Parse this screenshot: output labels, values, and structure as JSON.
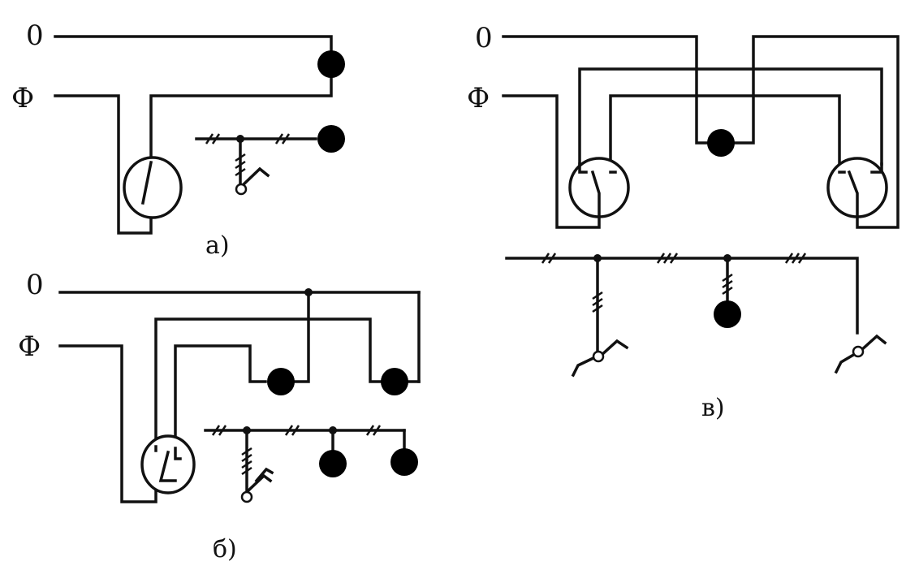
{
  "labels": {
    "neutral": "0",
    "phase": "Ф",
    "caption_a": "а)",
    "caption_b": "б)",
    "caption_v": "в)"
  },
  "colors": {
    "ink": "#111111",
    "paper": "#ffffff"
  },
  "icons": [
    "lamp-icon",
    "switch-icon",
    "single-line-switch-icon",
    "junction-dot-icon"
  ]
}
